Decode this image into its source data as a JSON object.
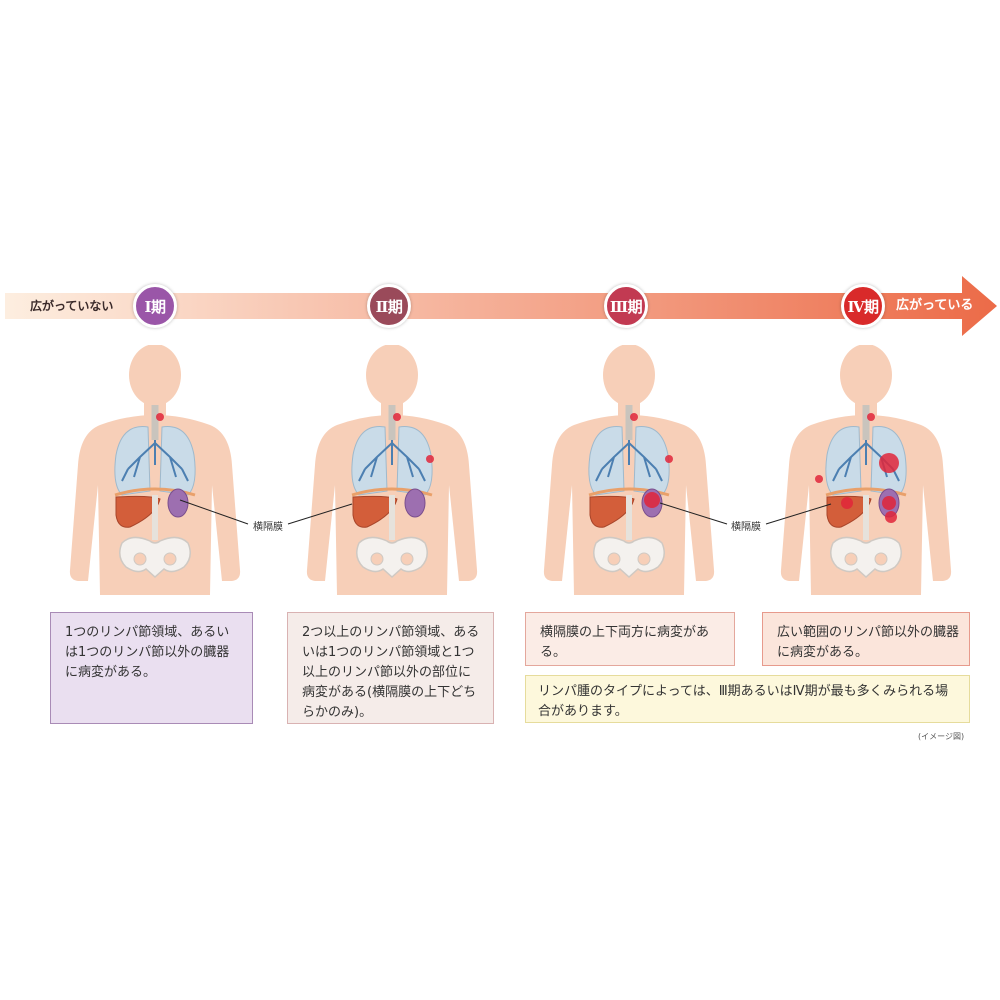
{
  "arrow": {
    "left_label": "広がっていない",
    "right_label": "広がっている",
    "gradient_start": "#fdeee0",
    "gradient_end": "#ec6b48"
  },
  "stages": [
    {
      "label": "Ⅰ期",
      "color": "#9a56a8",
      "box_bg": "#eadff0",
      "box_border": "#a98bb6",
      "text": "1つのリンパ節領域、あるいは1つのリンパ節以外の臓器に病変がある。"
    },
    {
      "label": "Ⅱ期",
      "color": "#9a4a5a",
      "box_bg": "#f5ece9",
      "box_border": "#d9b2b2",
      "text": "2つ以上のリンパ節領域、あるいは1つのリンパ節領域と1つ以上のリンパ節以外の部位に病変がある(横隔膜の上下どちらかのみ)。"
    },
    {
      "label": "Ⅲ期",
      "color": "#c23a52",
      "box_bg": "#fbece6",
      "box_border": "#e4a79c",
      "text": "横隔膜の上下両方に病変がある。"
    },
    {
      "label": "Ⅳ期",
      "color": "#d92a2a",
      "box_bg": "#fbe5db",
      "box_border": "#e79a8c",
      "text": "広い範囲のリンパ節以外の臓器に病変がある。"
    }
  ],
  "diaphragm_label": "横隔膜",
  "note": {
    "text": "リンパ腫のタイプによっては、Ⅲ期あるいはⅣ期が最も多くみられる場合があります。",
    "bg": "#fdf8dc",
    "border": "#e6dc9c"
  },
  "credit": "(イメージ図)",
  "colors": {
    "skin": "#f7cfb8",
    "lung": "#c9dbe8",
    "liver": "#d35e3a",
    "spleen": "#9d6fb0",
    "pelvis": "#f4f1ee",
    "lesion": "#e0263a"
  },
  "lesions": [
    {
      "stage": 1,
      "count": 1
    },
    {
      "stage": 2,
      "count": 2
    },
    {
      "stage": 3,
      "count": 3
    },
    {
      "stage": 4,
      "count": 6
    }
  ]
}
